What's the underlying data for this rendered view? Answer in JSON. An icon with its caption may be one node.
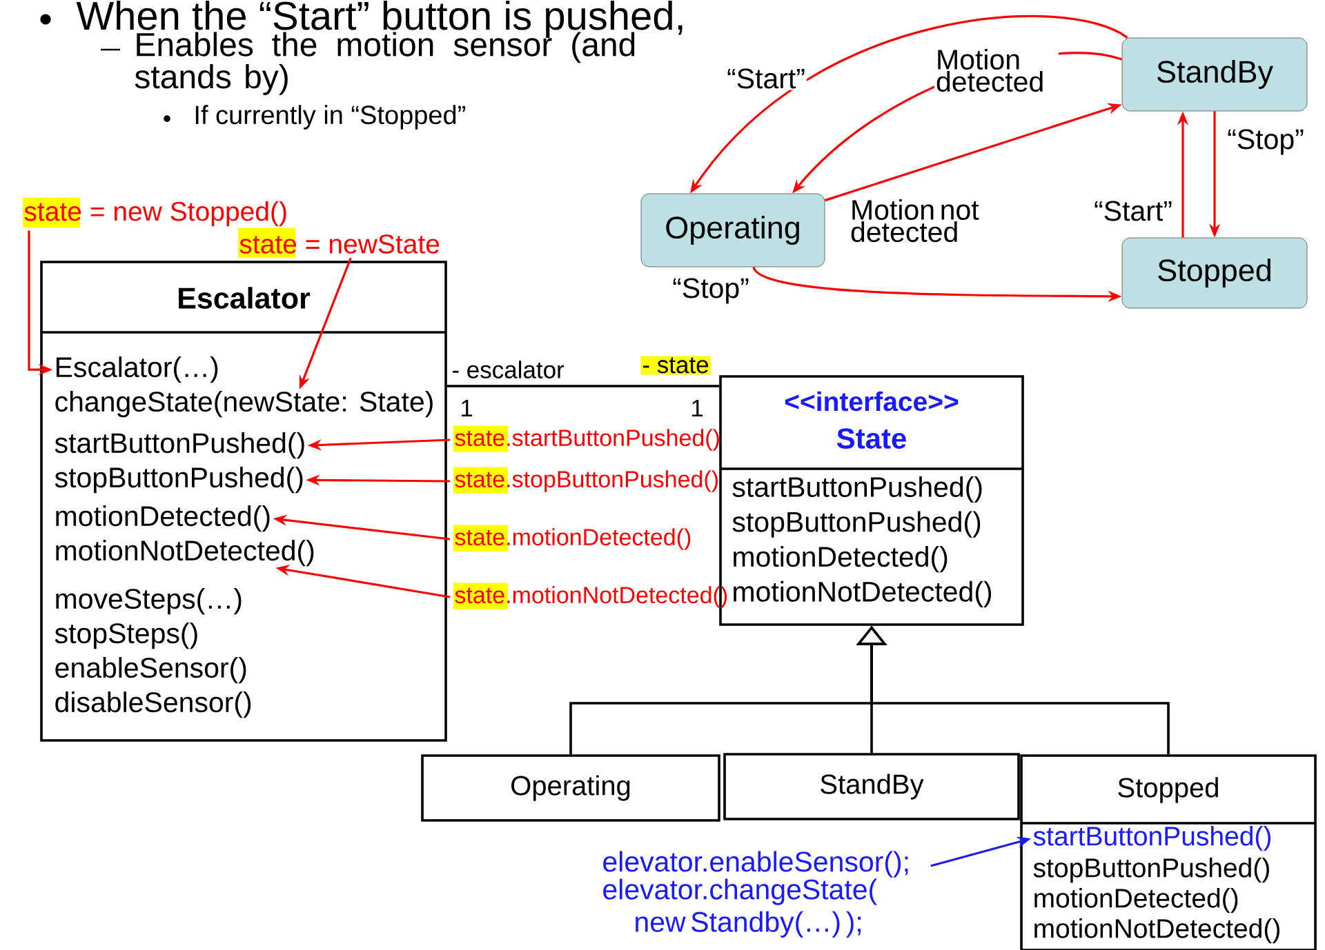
{
  "diagram": {
    "nodes": [
      {
        "text": [
          "StandBy"
        ]
      },
      {
        "text": [
          "Operating"
        ]
      },
      {
        "text": [
          "Stopped"
        ]
      },
      {
        "text": [
          "Escalator"
        ]
      },
      {
        "text": [
          "Escalator(…)"
        ],
        "in": 3
      },
      {
        "text": [
          "changeState(newState: State)"
        ],
        "in": 3
      },
      {
        "text": [
          "startButtonPushed()"
        ],
        "in": 3
      },
      {
        "text": [
          "stopButtonPushed()"
        ],
        "in": 3
      },
      {
        "text": [
          "motionDetected()"
        ],
        "in": 3
      },
      {
        "text": [
          "motionNotDetected()"
        ],
        "in": 3
      },
      {
        "text": [
          "moveSteps(…)"
        ],
        "in": 3
      },
      {
        "text": [
          "stopSteps()"
        ],
        "in": 3
      },
      {
        "text": [
          "enableSensor()"
        ],
        "in": 3
      },
      {
        "text": [
          "disableSensor()"
        ],
        "in": 3
      },
      {
        "text": [
          "state = new Stopped()"
        ]
      },
      {
        "text": [
          "state = newState"
        ]
      },
      {
        "text": [
          "state.startButtonPushed()"
        ]
      },
      {
        "text": [
          "state.stopButtonPushed()"
        ]
      },
      {
        "text": [
          "state.motionDetected()"
        ]
      },
      {
        "text": [
          "state.motionNotDetected()"
        ]
      },
      {
        "text": [
          "<<interface>>",
          "State",
          "startButtonPushed()",
          "stopButtonPushed()",
          "motionDetected()",
          "motionNotDetected()"
        ]
      },
      {
        "text": [
          "Operating"
        ]
      },
      {
        "text": [
          "StandBy"
        ]
      },
      {
        "text": [
          "Stopped"
        ]
      },
      {
        "text": [
          "startButtonPushed()"
        ],
        "in": 23
      },
      {
        "text": [
          "stopButtonPushed()"
        ],
        "in": 23
      },
      {
        "text": [
          "motionDetected()"
        ],
        "in": 23
      },
      {
        "text": [
          "motionNotDetected()"
        ],
        "in": 23
      },
      {
        "text": [
          "elevator.enableSensor();",
          "elevator.changeState( new Standby(…) );"
        ]
      }
    ],
    "edges": [
      {
        "from": 0,
        "to": 1,
        "arrow": "to",
        "label": "“Start”"
      },
      {
        "from": 0,
        "to": 1,
        "arrow": "to",
        "label": "Motion detected"
      },
      {
        "from": 1,
        "to": 0,
        "arrow": "to",
        "label": "Motion not detected"
      },
      {
        "from": 2,
        "to": 0,
        "arrow": "to",
        "label": "“Start”"
      },
      {
        "from": 0,
        "to": 2,
        "arrow": "to",
        "label": "“Stop”"
      },
      {
        "from": 1,
        "to": 2,
        "arrow": "to",
        "label": "“Stop”"
      },
      {
        "from": 3,
        "to": 20,
        "arrow": "none",
        "color": "#000000"
      },
      {
        "from": 14,
        "to": 4,
        "arrow": "to"
      },
      {
        "from": 15,
        "to": 5,
        "arrow": "to"
      },
      {
        "from": 16,
        "to": 6,
        "arrow": "to"
      },
      {
        "from": 17,
        "to": 7,
        "arrow": "to"
      },
      {
        "from": 18,
        "to": 8,
        "arrow": "to"
      },
      {
        "from": 19,
        "to": 9,
        "arrow": "to"
      },
      {
        "from": 21,
        "to": 20,
        "arrow": "to",
        "color": "#000000"
      },
      {
        "from": 22,
        "to": 20,
        "arrow": "to",
        "color": "#000000"
      },
      {
        "from": 23,
        "to": 20,
        "arrow": "to",
        "color": "#000000"
      },
      {
        "from": 28,
        "to": 24,
        "arrow": "to",
        "color": "#1a1aff"
      }
    ],
    "labels": [
      "When the “Start” button is pushed,",
      "Enables the motion sensor (and stands by)",
      "If currently in “Stopped”",
      "- escalator",
      "- state",
      "1",
      "1"
    ]
  }
}
